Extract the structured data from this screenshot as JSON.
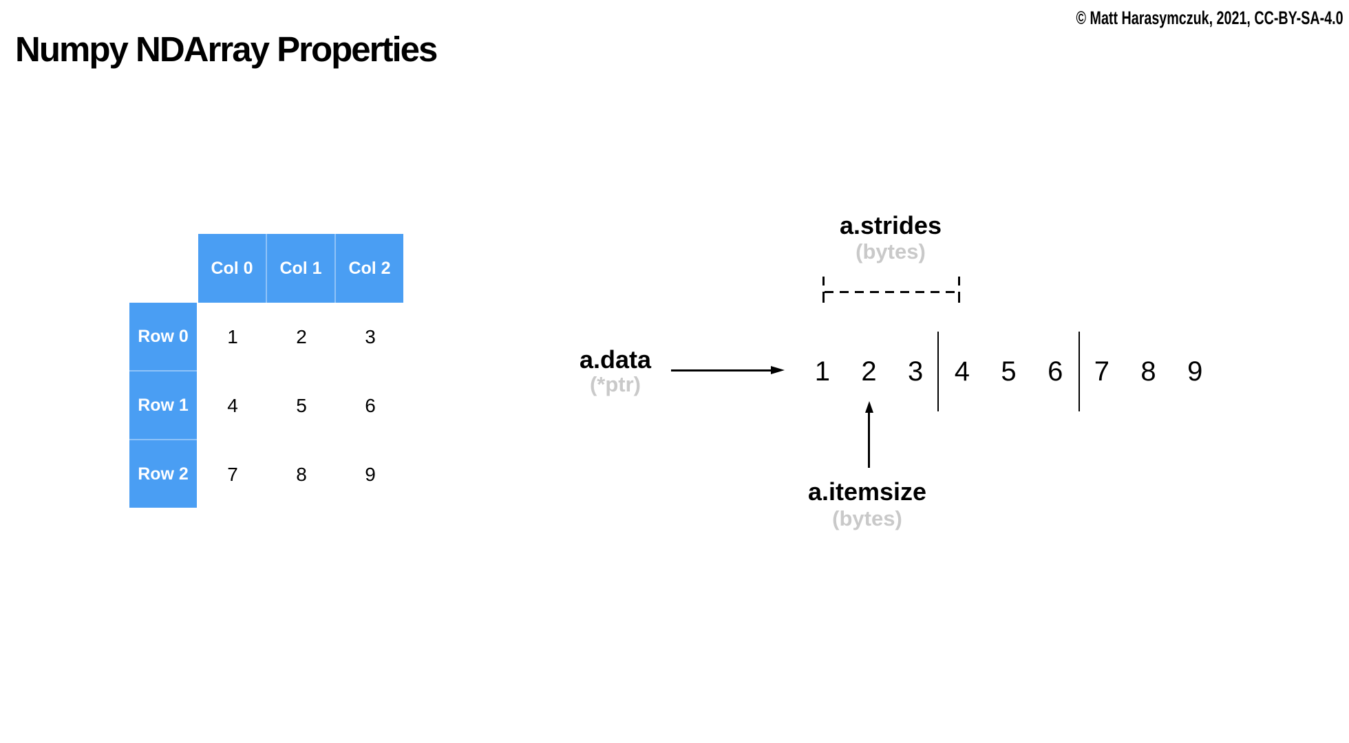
{
  "meta": {
    "copyright": "© Matt Harasymczuk, 2021, CC-BY-SA-4.0",
    "title": "Numpy NDArray Properties"
  },
  "colors": {
    "background": "#ffffff",
    "accent_blue": "#4A9EF3",
    "header_divider": "#8FC3F8",
    "muted_gray": "#C9C9C9",
    "text": "#000000"
  },
  "matrix": {
    "col_headers": [
      "Col 0",
      "Col 1",
      "Col 2"
    ],
    "row_headers": [
      "Row 0",
      "Row 1",
      "Row 2"
    ],
    "cells": [
      [
        "1",
        "2",
        "3"
      ],
      [
        "4",
        "5",
        "6"
      ],
      [
        "7",
        "8",
        "9"
      ]
    ]
  },
  "memory": {
    "data_label": "a.data",
    "data_sublabel": "(*ptr)",
    "strides_label": "a.strides",
    "strides_sublabel": "(bytes)",
    "itemsize_label": "a.itemsize",
    "itemsize_sublabel": "(bytes)",
    "cells": [
      "1",
      "2",
      "3",
      "4",
      "5",
      "6",
      "7",
      "8",
      "9"
    ],
    "row_group_size": 3
  }
}
